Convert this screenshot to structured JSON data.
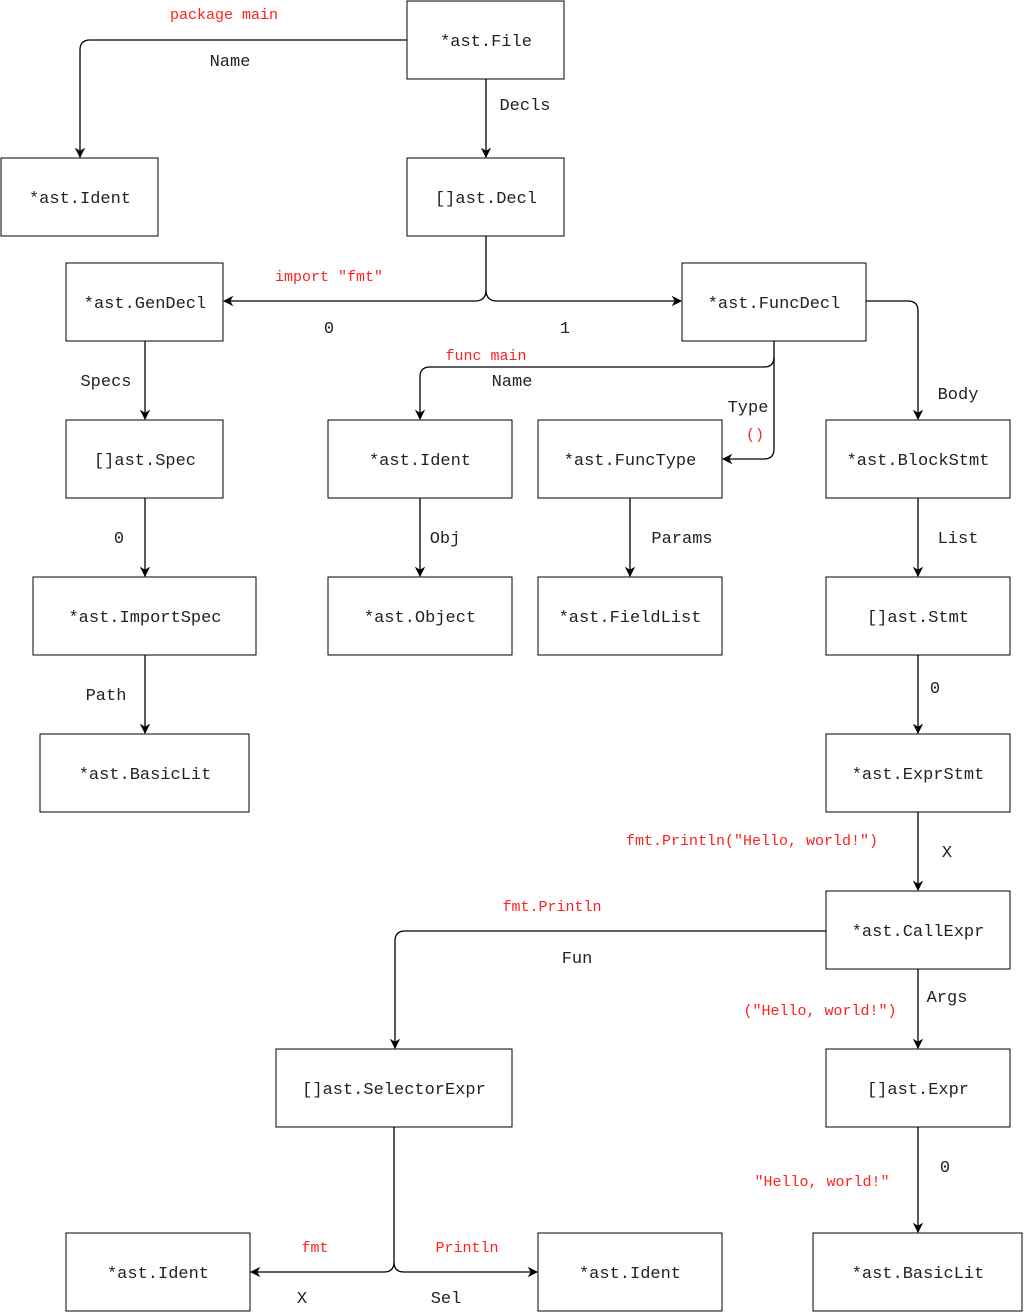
{
  "nodes": {
    "file": "*ast.File",
    "ident_name": "*ast.Ident",
    "decls": "[]ast.Decl",
    "gendecl": "*ast.GenDecl",
    "funcdecl": "*ast.FuncDecl",
    "specs": "[]ast.Spec",
    "func_ident": "*ast.Ident",
    "functype": "*ast.FuncType",
    "blockstmt": "*ast.BlockStmt",
    "importspec": "*ast.ImportSpec",
    "object": "*ast.Object",
    "fieldlist": "*ast.FieldList",
    "stmts": "[]ast.Stmt",
    "basiclit_path": "*ast.BasicLit",
    "exprstmt": "*ast.ExprStmt",
    "callexpr": "*ast.CallExpr",
    "selectorexpr": "[]ast.SelectorExpr",
    "exprs": "[]ast.Expr",
    "ident_x": "*ast.Ident",
    "ident_sel": "*ast.Ident",
    "basiclit_arg": "*ast.BasicLit"
  },
  "edge_labels": {
    "file_name": "Name",
    "file_decls": "Decls",
    "decl_0": "0",
    "decl_1": "1",
    "gendecl_specs": "Specs",
    "funcdecl_name": "Name",
    "funcdecl_type": "Type",
    "funcdecl_body": "Body",
    "spec_0": "0",
    "ident_obj": "Obj",
    "functype_params": "Params",
    "block_list": "List",
    "importspec_path": "Path",
    "stmt_0": "0",
    "exprstmt_x": "X",
    "call_fun": "Fun",
    "call_args": "Args",
    "expr_0": "0",
    "sel_x": "X",
    "sel_sel": "Sel"
  },
  "annotations": {
    "package_main": "package main",
    "import_fmt": "import \"fmt\"",
    "func_main": "func main",
    "parens": "()",
    "println_call": "fmt.Println(\"Hello, world!\")",
    "fmt_println": "fmt.Println",
    "args": "(\"Hello, world!\")",
    "hello_world": "\"Hello, world!\"",
    "fmt": "fmt",
    "println": "Println"
  },
  "colors": {
    "annotation": "#ff2020",
    "line": "#000000"
  }
}
